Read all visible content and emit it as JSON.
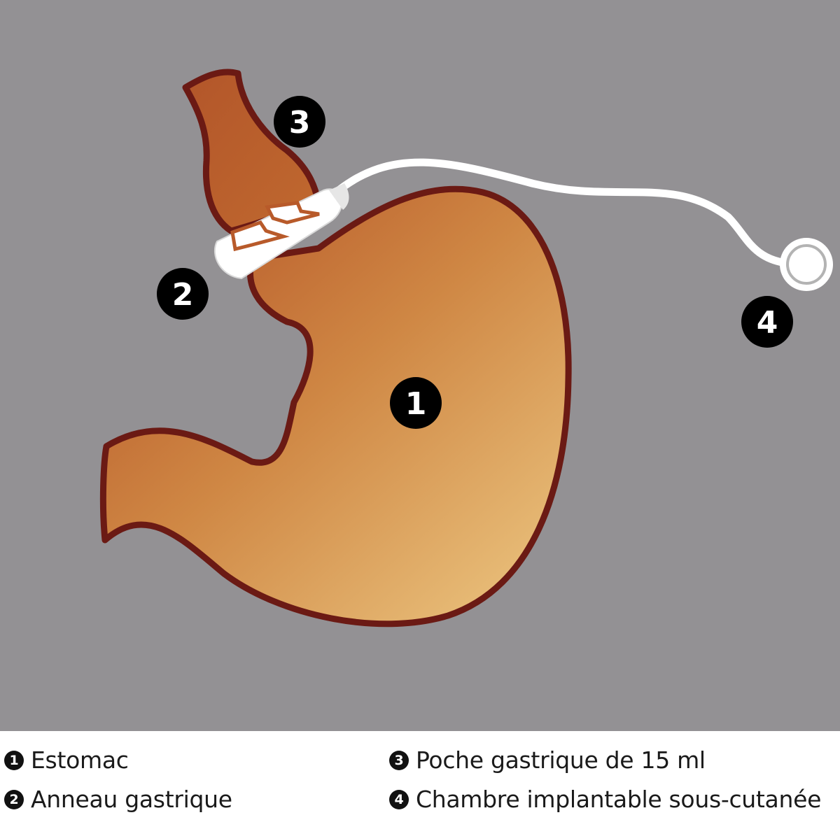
{
  "markers": [
    "1",
    "2",
    "3",
    "4"
  ],
  "legend": [
    {
      "number": "1",
      "label": "Estomac"
    },
    {
      "number": "2",
      "label": "Anneau gastrique"
    },
    {
      "number": "3",
      "label": "Poche gastrique de 15 ml"
    },
    {
      "number": "4",
      "label": "Chambre implantable sous-cutanée"
    }
  ],
  "colors": {
    "background": "#939194",
    "stomach_outline": "#6b1a14",
    "stomach_light": "#e9bf7a",
    "stomach_dark": "#b85a2a",
    "band": "#ffffff",
    "marker": "#000000"
  }
}
